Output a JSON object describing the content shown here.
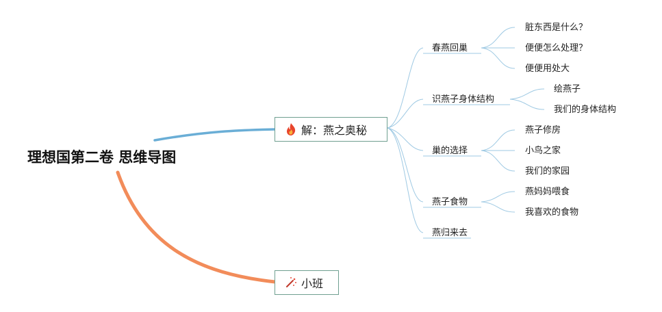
{
  "root": {
    "title": "理想国第二卷 思维导图"
  },
  "branches": [
    {
      "id": "jie",
      "label": "解：燕之奥秘",
      "icon": "fire-icon",
      "line_color": "#6aaed6",
      "children": [
        {
          "label": "春燕回巢",
          "children": [
            "脏东西是什么？",
            "便便怎么处理？",
            "便便用处大"
          ]
        },
        {
          "label": "识燕子身体结构",
          "children": [
            "绘燕子",
            "我们的身体结构"
          ]
        },
        {
          "label": "巢的选择",
          "children": [
            "燕子修房",
            "小鸟之家",
            "我们的家园"
          ]
        },
        {
          "label": "燕子食物",
          "children": [
            "燕妈妈喂食",
            "我喜欢的食物"
          ]
        },
        {
          "label": "燕归来去",
          "children": []
        }
      ]
    },
    {
      "id": "xiaoban",
      "label": "小班",
      "icon": "magic-wand-icon",
      "line_color": "#f28c5a"
    }
  ],
  "colors": {
    "sub_line": "#9ec9e3",
    "node_border": "#6f9f90",
    "fire": "#e8452c",
    "wand": "#c0392b"
  }
}
